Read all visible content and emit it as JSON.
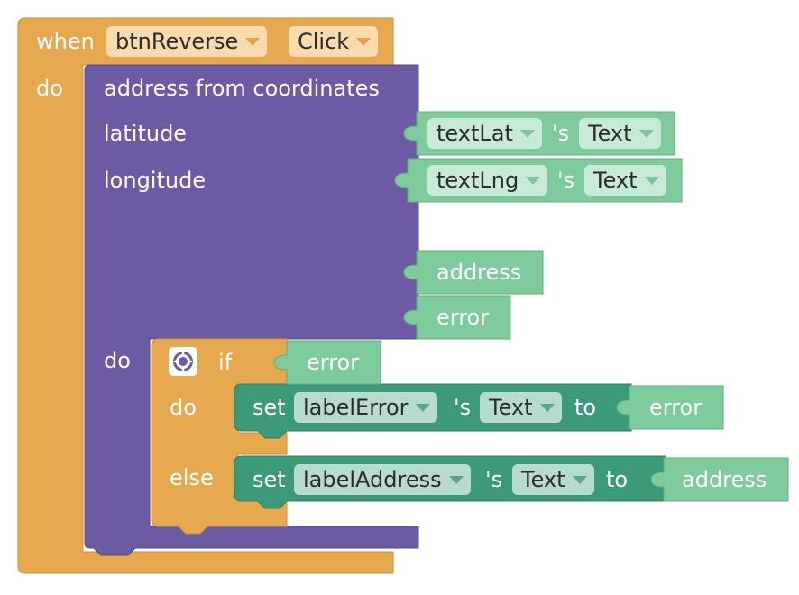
{
  "event": {
    "keyword": "when",
    "component": "btnReverse",
    "event_name": "Click",
    "do_label": "do"
  },
  "geocode": {
    "title": "address from coordinates",
    "latitude_label": "latitude",
    "longitude_label": "longitude",
    "do_label": "do",
    "lat_getter": {
      "component": "textLat",
      "possessive": "'s",
      "property": "Text"
    },
    "lng_getter": {
      "component": "textLng",
      "possessive": "'s",
      "property": "Text"
    },
    "return_address": "address",
    "return_error": "error"
  },
  "if_block": {
    "keyword": "if",
    "condition": "error",
    "do_label": "do",
    "else_label": "else"
  },
  "set_error": {
    "keyword": "set",
    "component": "labelError",
    "possessive": "'s",
    "property": "Text",
    "to_label": "to",
    "value": "error"
  },
  "set_address": {
    "keyword": "set",
    "component": "labelAddress",
    "possessive": "'s",
    "property": "Text",
    "to_label": "to",
    "value": "address"
  },
  "colors": {
    "event": "#e6a94f",
    "procedure": "#6c5ba3",
    "getter": "#7fcb9b",
    "setter": "#3d9a79",
    "control": "#e6a94f"
  }
}
